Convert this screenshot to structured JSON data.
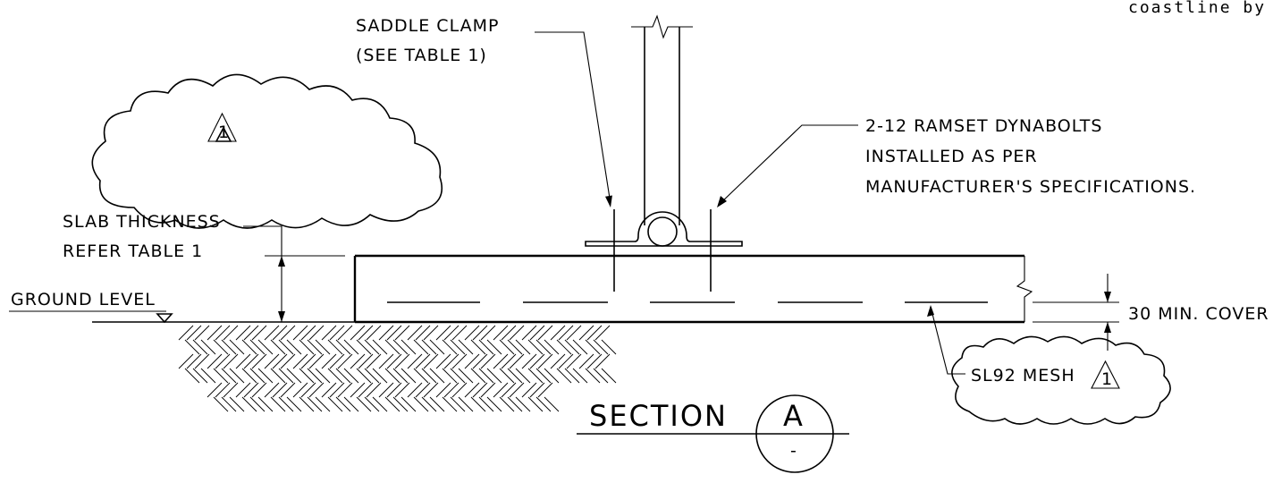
{
  "brand": "coastline by",
  "section": {
    "word": "SECTION",
    "letter": "A",
    "sheet": "-"
  },
  "revision": {
    "marker": "1"
  },
  "labels": {
    "saddle_clamp_line1": "SADDLE CLAMP",
    "saddle_clamp_line2": "(SEE TABLE 1)",
    "dynabolts_line1": "2-12 RAMSET DYNABOLTS",
    "dynabolts_line2": "INSTALLED AS PER",
    "dynabolts_line3": "MANUFACTURER'S SPECIFICATIONS.",
    "slab_line1": "SLAB THICKNESS",
    "slab_line2": "REFER TABLE 1",
    "ground_level": "GROUND LEVEL",
    "cover": "30 MIN. COVER",
    "mesh": "SL92 MESH"
  }
}
